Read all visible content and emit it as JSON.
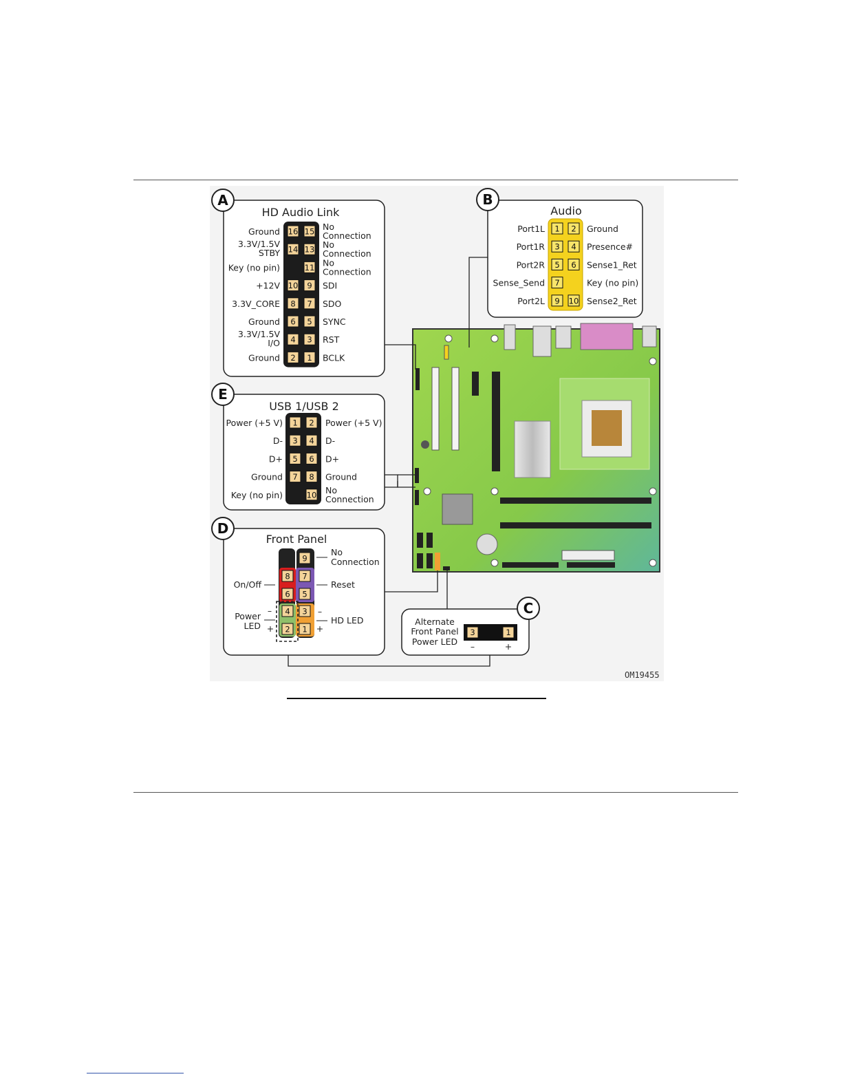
{
  "figure_code": "OM19455",
  "callouts": {
    "A": {
      "badge": "A",
      "title": "HD Audio Link",
      "pins": [
        {
          "left": "Ground",
          "l_pin": "16",
          "r_pin": "15",
          "right": [
            "No",
            "Connection"
          ]
        },
        {
          "left": "3.3V/1.5V|STBY",
          "l_pin": "14",
          "r_pin": "13",
          "right": [
            "No",
            "Connection"
          ]
        },
        {
          "left": "Key (no pin)",
          "l_pin": "",
          "r_pin": "11",
          "right": [
            "No",
            "Connection"
          ]
        },
        {
          "left": "+12V",
          "l_pin": "10",
          "r_pin": "9",
          "right": [
            "SDI"
          ]
        },
        {
          "left": "3.3V_CORE",
          "l_pin": "8",
          "r_pin": "7",
          "right": [
            "SDO"
          ]
        },
        {
          "left": "Ground",
          "l_pin": "6",
          "r_pin": "5",
          "right": [
            "SYNC"
          ]
        },
        {
          "left": "3.3V/1.5V|I/O",
          "l_pin": "4",
          "r_pin": "3",
          "right": [
            "RST"
          ]
        },
        {
          "left": "Ground",
          "l_pin": "2",
          "r_pin": "1",
          "right": [
            "BCLK"
          ]
        }
      ]
    },
    "B": {
      "badge": "B",
      "title": "Audio",
      "pins": [
        {
          "left": "Port1L",
          "l_pin": "1",
          "r_pin": "2",
          "right": "Ground"
        },
        {
          "left": "Port1R",
          "l_pin": "3",
          "r_pin": "4",
          "right": "Presence#"
        },
        {
          "left": "Port2R",
          "l_pin": "5",
          "r_pin": "6",
          "right": "Sense1_Ret"
        },
        {
          "left": "Sense_Send",
          "l_pin": "7",
          "r_pin": "",
          "right": "Key (no pin)"
        },
        {
          "left": "Port2L",
          "l_pin": "9",
          "r_pin": "10",
          "right": "Sense2_Ret"
        }
      ]
    },
    "E": {
      "badge": "E",
      "title": "USB 1/USB 2",
      "pins": [
        {
          "left": "Power (+5 V)",
          "l_pin": "1",
          "r_pin": "2",
          "right": [
            "Power (+5 V)"
          ]
        },
        {
          "left": "D-",
          "l_pin": "3",
          "r_pin": "4",
          "right": [
            "D-"
          ]
        },
        {
          "left": "D+",
          "l_pin": "5",
          "r_pin": "6",
          "right": [
            "D+"
          ]
        },
        {
          "left": "Ground",
          "l_pin": "7",
          "r_pin": "8",
          "right": [
            "Ground"
          ]
        },
        {
          "left": "Key (no pin)",
          "l_pin": "",
          "r_pin": "10",
          "right": [
            "No",
            "Connection"
          ]
        }
      ]
    },
    "D": {
      "badge": "D",
      "title": "Front Panel",
      "pin9_label": [
        "No",
        "Connection"
      ],
      "onoff": "On/Off",
      "reset": "Reset",
      "power_led": [
        "Power",
        "LED"
      ],
      "hd_led": "HD LED",
      "minus": "–",
      "plus": "+",
      "pins": [
        "9",
        "8",
        "7",
        "6",
        "5",
        "4",
        "3",
        "2",
        "1"
      ]
    },
    "C": {
      "badge": "C",
      "title": [
        "Alternate",
        "Front Panel",
        "Power LED"
      ],
      "pins": [
        "3",
        "1"
      ],
      "minus": "–",
      "plus": "+"
    }
  },
  "colors": {
    "board": "#86c94a",
    "audio_header": "#f4d21e",
    "front_red": "#d81e1e",
    "front_purple": "#7c58b3",
    "front_green": "#8fbf6a",
    "front_orange": "#f0a034"
  }
}
